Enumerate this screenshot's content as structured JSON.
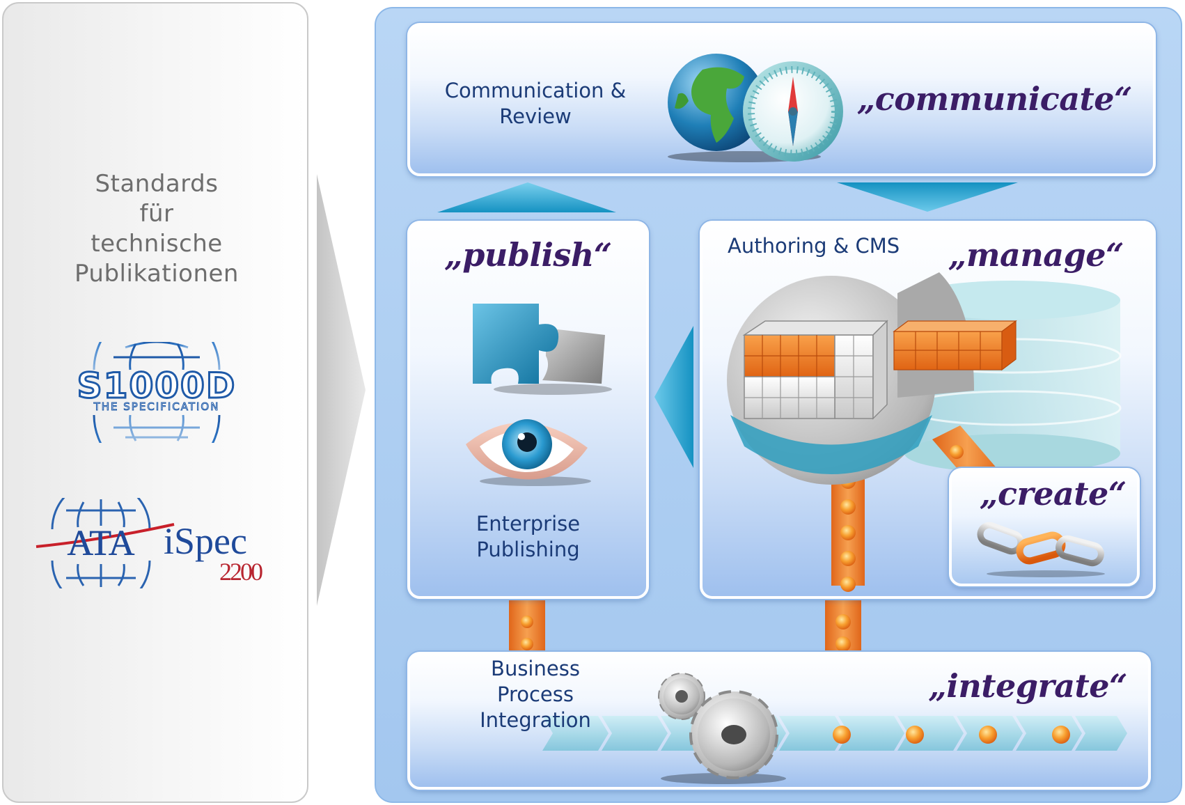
{
  "left": {
    "title_lines": [
      "Standards",
      "für",
      "technische",
      "Publikationen"
    ]
  },
  "logos": {
    "s1000d": {
      "main": "S1000D",
      "sub": "THE SPECIFICATION"
    },
    "ata": {
      "main": "ATA",
      "brand": "iSpec",
      "number": "2200"
    }
  },
  "communicate": {
    "label_lines": [
      "Communication &",
      "Review"
    ],
    "verb": "„communicate“"
  },
  "publish": {
    "label_lines": [
      "Enterprise",
      "Publishing"
    ],
    "verb": "„publish“"
  },
  "manage": {
    "label": "Authoring & CMS",
    "verb": "„manage“"
  },
  "create": {
    "verb": "„create“"
  },
  "integrate": {
    "label_lines": [
      "Business",
      "Process",
      "Integration"
    ],
    "verb": "„integrate“"
  },
  "colors": {
    "panel_blue": "#a3c7ef",
    "label_blue": "#1b3b77",
    "verb_purple": "#3b1d66",
    "arrow_teal": "#1a9ec9",
    "cube_orange": "#f07a20",
    "connector_orange": "#f28a2a"
  },
  "icons": [
    "globe-icon",
    "compass-icon",
    "puzzle-icon",
    "eye-icon",
    "cube-database-icon",
    "chain-icon",
    "gears-icon"
  ]
}
